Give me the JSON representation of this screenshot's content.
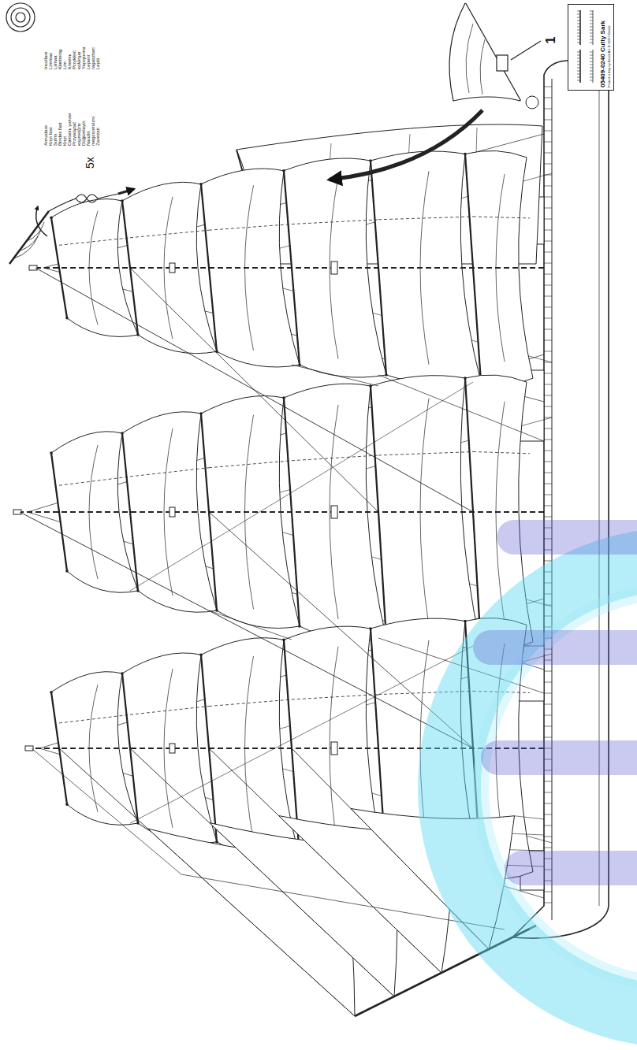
{
  "diagram": {
    "nodes": [
      {
        "text": [
          "05409-0240 Cutty Sark",
          "Printed in Italy by Revell AG D-32257 Bünde"
        ]
      }
    ],
    "labels": [
      "Annodare",
      "Knyt fast",
      "Solmi",
      "Bindes fast",
      "Knyt",
      "Связать узлом",
      "Przywiązać",
      "κομπιάζετε",
      "Düğümleyin",
      "Nauzlit",
      "megcsomózni",
      "Zavezati",
      "Incollare",
      "Limmas",
      "Liimaa",
      "Klæbning",
      "Lim",
      "Клеить",
      "Przykleić",
      "κόλλημα",
      "Yapıştırma",
      "Lepení",
      "ragasztani",
      "Lepiti",
      "5x",
      "1"
    ]
  }
}
